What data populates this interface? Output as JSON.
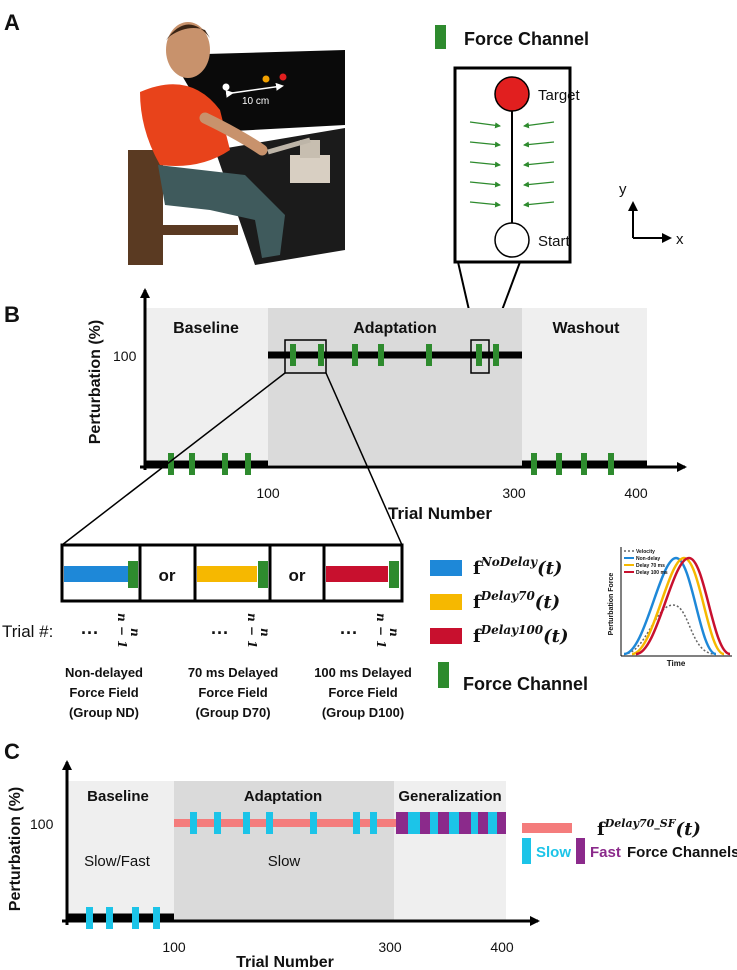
{
  "panel_letters": {
    "a": "A",
    "b": "B",
    "c": "C"
  },
  "panel_a": {
    "distance_label": "10 cm",
    "force_channel_legend": "Force Channel",
    "target_label": "Target",
    "start_label": "Start",
    "axis_y": "y",
    "axis_x": "x",
    "colors": {
      "channel": "#2e8b2e",
      "target": "#e11f1f"
    }
  },
  "panel_b": {
    "ylabel": "Perturbation (%)",
    "xlabel": "Trial Number",
    "ytick": "100",
    "xticks": [
      "100",
      "300",
      "400"
    ],
    "phases": [
      "Baseline",
      "Adaptation",
      "Washout"
    ],
    "or_label": "or",
    "trial_label": "Trial #:",
    "ellipsis": "···",
    "trial_n1": "n − 1",
    "trial_n": "n",
    "groups": [
      {
        "line1": "Non-delayed",
        "line2": "Force Field",
        "line3": "(Group ND)"
      },
      {
        "line1": "70 ms Delayed",
        "line2": "Force Field",
        "line3": "(Group D70)"
      },
      {
        "line1": "100 ms Delayed",
        "line2": "Force Field",
        "line3": "(Group D100)"
      }
    ],
    "legend": [
      {
        "sym": "f",
        "sup": "NoDelay",
        "arg": "(t)",
        "color": "#1e88d8"
      },
      {
        "sym": "f",
        "sup": "Delay70",
        "arg": "(t)",
        "color": "#f6b800"
      },
      {
        "sym": "f",
        "sup": "Delay100",
        "arg": "(t)",
        "color": "#c8102e"
      }
    ],
    "force_channel_legend": "Force Channel",
    "inset": {
      "ylabel": "Perturbation Force",
      "xlabel": "Time",
      "legend": [
        "Velocity",
        "Non-delay",
        "Delay 70 ms",
        "Delay 100 ms"
      ]
    }
  },
  "panel_c": {
    "ylabel": "Perturbation (%)",
    "xlabel": "Trial Number",
    "ytick": "100",
    "xticks": [
      "100",
      "300",
      "400"
    ],
    "phases": [
      "Baseline",
      "Adaptation",
      "Generalization"
    ],
    "sublabels": [
      "Slow/Fast",
      "Slow"
    ],
    "legend_ff": {
      "sym": "f",
      "sup": "Delay70_SF",
      "arg": "(t)",
      "color": "#f47c7c"
    },
    "legend_slow": "Slow",
    "legend_fast": "Fast",
    "legend_rest": "Force Channels",
    "colors": {
      "slow": "#1cc4e8",
      "fast": "#8b2a8b"
    }
  }
}
